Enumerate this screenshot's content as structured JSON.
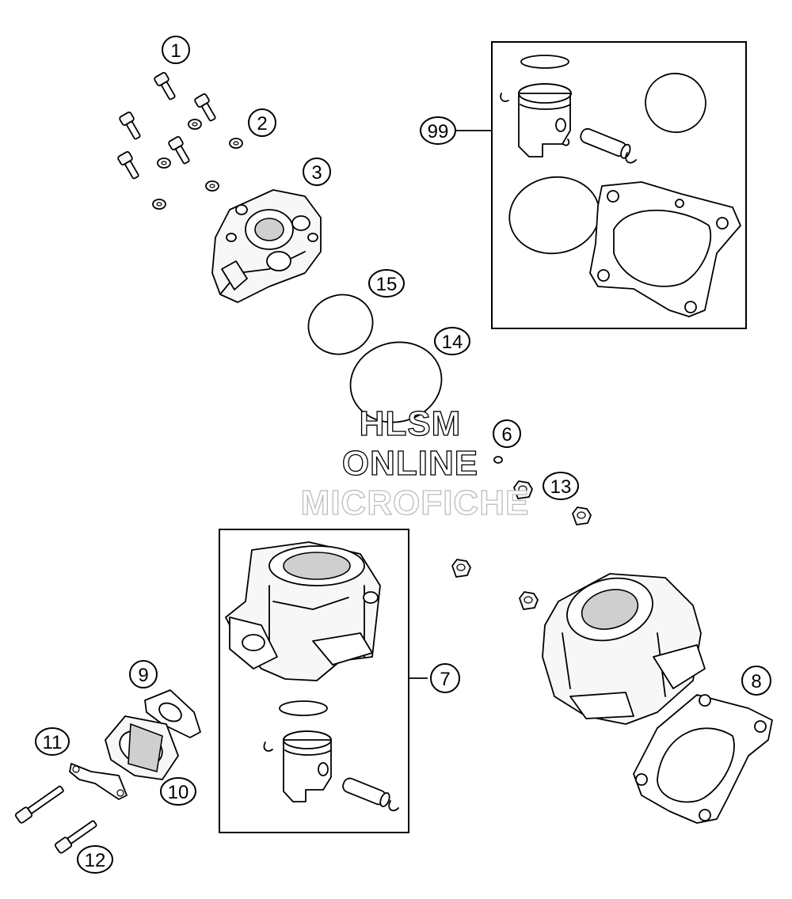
{
  "diagram": {
    "callouts": [
      {
        "id": "1",
        "label": "1"
      },
      {
        "id": "2",
        "label": "2"
      },
      {
        "id": "3",
        "label": "3"
      },
      {
        "id": "99",
        "label": "99"
      },
      {
        "id": "15",
        "label": "15"
      },
      {
        "id": "14",
        "label": "14"
      },
      {
        "id": "6",
        "label": "6"
      },
      {
        "id": "13",
        "label": "13"
      },
      {
        "id": "7",
        "label": "7"
      },
      {
        "id": "8",
        "label": "8"
      },
      {
        "id": "9",
        "label": "9"
      },
      {
        "id": "11",
        "label": "11"
      },
      {
        "id": "10",
        "label": "10"
      },
      {
        "id": "12",
        "label": "12"
      }
    ],
    "watermark": {
      "line1": "HLSM",
      "line2": "ONLINE",
      "line3": "MICROFICHE"
    }
  }
}
